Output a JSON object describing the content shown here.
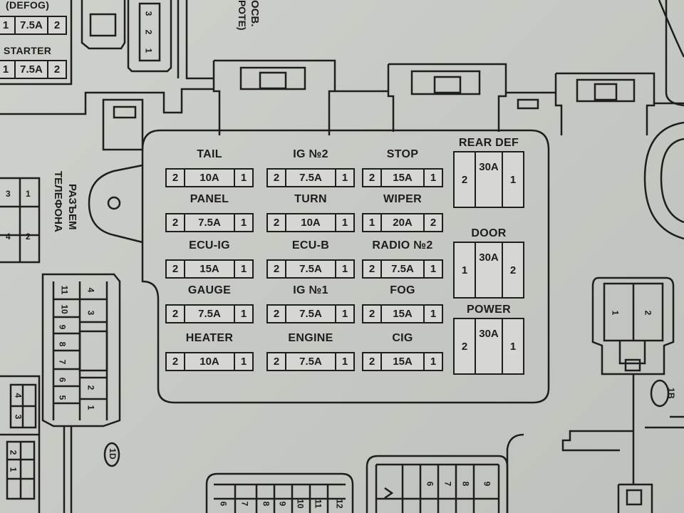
{
  "main_fuses": [
    {
      "id": "tail",
      "label": "TAIL",
      "amp": "10A",
      "left": "2",
      "right": "1"
    },
    {
      "id": "ig2",
      "label": "IG №2",
      "amp": "7.5A",
      "left": "2",
      "right": "1"
    },
    {
      "id": "stop",
      "label": "STOP",
      "amp": "15A",
      "left": "2",
      "right": "1"
    },
    {
      "id": "panel",
      "label": "PANEL",
      "amp": "7.5A",
      "left": "2",
      "right": "1"
    },
    {
      "id": "turn",
      "label": "TURN",
      "amp": "10A",
      "left": "2",
      "right": "1"
    },
    {
      "id": "wiper",
      "label": "WIPER",
      "amp": "20A",
      "left": "1",
      "right": "2"
    },
    {
      "id": "ecuig",
      "label": "ECU-IG",
      "amp": "15A",
      "left": "2",
      "right": "1"
    },
    {
      "id": "ecub",
      "label": "ECU-B",
      "amp": "7.5A",
      "left": "2",
      "right": "1"
    },
    {
      "id": "radio2",
      "label": "RADIO №2",
      "amp": "7.5A",
      "left": "2",
      "right": "1"
    },
    {
      "id": "gauge",
      "label": "GAUGE",
      "amp": "7.5A",
      "left": "2",
      "right": "1"
    },
    {
      "id": "ig1",
      "label": "IG №1",
      "amp": "7.5A",
      "left": "2",
      "right": "1"
    },
    {
      "id": "fog",
      "label": "FOG",
      "amp": "15A",
      "left": "2",
      "right": "1"
    },
    {
      "id": "heater",
      "label": "HEATER",
      "amp": "10A",
      "left": "2",
      "right": "1"
    },
    {
      "id": "engine",
      "label": "ENGINE",
      "amp": "7.5A",
      "left": "2",
      "right": "1"
    },
    {
      "id": "cig",
      "label": "CIG",
      "amp": "15A",
      "left": "2",
      "right": "1"
    }
  ],
  "large_fuses": [
    {
      "id": "reardef",
      "label": "REAR DEF",
      "amp": "30A",
      "left": "2",
      "right": "1"
    },
    {
      "id": "door",
      "label": "DOOR",
      "amp": "30A",
      "left": "1",
      "right": "2"
    },
    {
      "id": "power",
      "label": "POWER",
      "amp": "30A",
      "left": "2",
      "right": "1"
    }
  ],
  "top_left_fuses": [
    {
      "id": "defog",
      "label": "(DEFOG)",
      "amp": "7.5A",
      "left": "1",
      "right": "2"
    },
    {
      "id": "starter",
      "label": "STARTER",
      "amp": "7.5A",
      "left": "1",
      "right": "2"
    }
  ],
  "phone_connector": {
    "line1": "РАЗЪЕМ",
    "line2": "ТЕЛЕФОНА",
    "pins": [
      "1",
      "3",
      "2",
      "4"
    ]
  },
  "top_note": {
    "line1": "ОСВ.",
    "line2": "РОТЕ)"
  },
  "top_connector_pins": [
    "3",
    "2",
    "1"
  ],
  "left_connector": {
    "tag": "1D",
    "pins_left": [
      "11",
      "10",
      "9",
      "8",
      "7",
      "6",
      "5"
    ],
    "pins_right": [
      "4",
      "3",
      "2",
      "1"
    ]
  },
  "right_connector": {
    "tag": "1B",
    "pins": [
      "1",
      "2"
    ]
  },
  "bottom_connector_pins": [
    "6",
    "7",
    "8",
    "9",
    "10",
    "11",
    "12"
  ],
  "bottom_right_pins": [
    "9",
    "8",
    "7",
    "6"
  ],
  "far_left_pins": [
    "4",
    "3",
    "2",
    "1"
  ],
  "colors": {
    "ink": "#1e1e1e",
    "paper": "#cfd1cc"
  }
}
